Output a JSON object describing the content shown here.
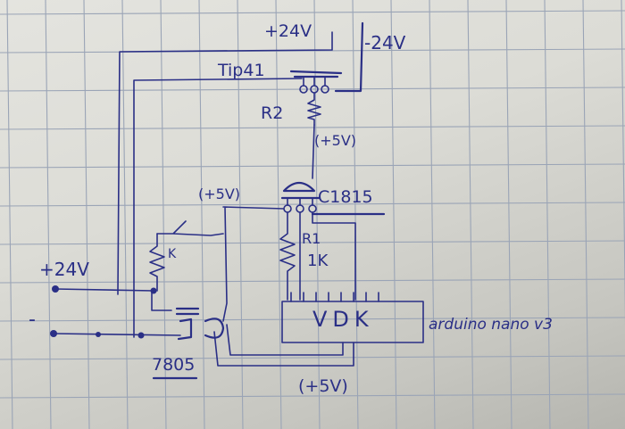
{
  "colors": {
    "ink": "#2a2f86",
    "paper": "#dcdcd6",
    "grid": "#9aa4b6"
  },
  "labels": {
    "v_pos_top": "+24V",
    "v_neg_top": "-24V",
    "transistor_power": "Tip41",
    "resistor_r2": "R2",
    "v5_mid": "(+5V)",
    "v5_left": "(+5V)",
    "transistor_signal": "C1815",
    "resistor_r1": "R1",
    "resistor_r1_value": "1K",
    "resistor_k": "K",
    "input_pos": "+24V",
    "input_neg": "-",
    "board_pins": "VDK",
    "board_name": "arduino nano v3",
    "regulator": "7805",
    "v5_bottom": "(+5V)"
  }
}
